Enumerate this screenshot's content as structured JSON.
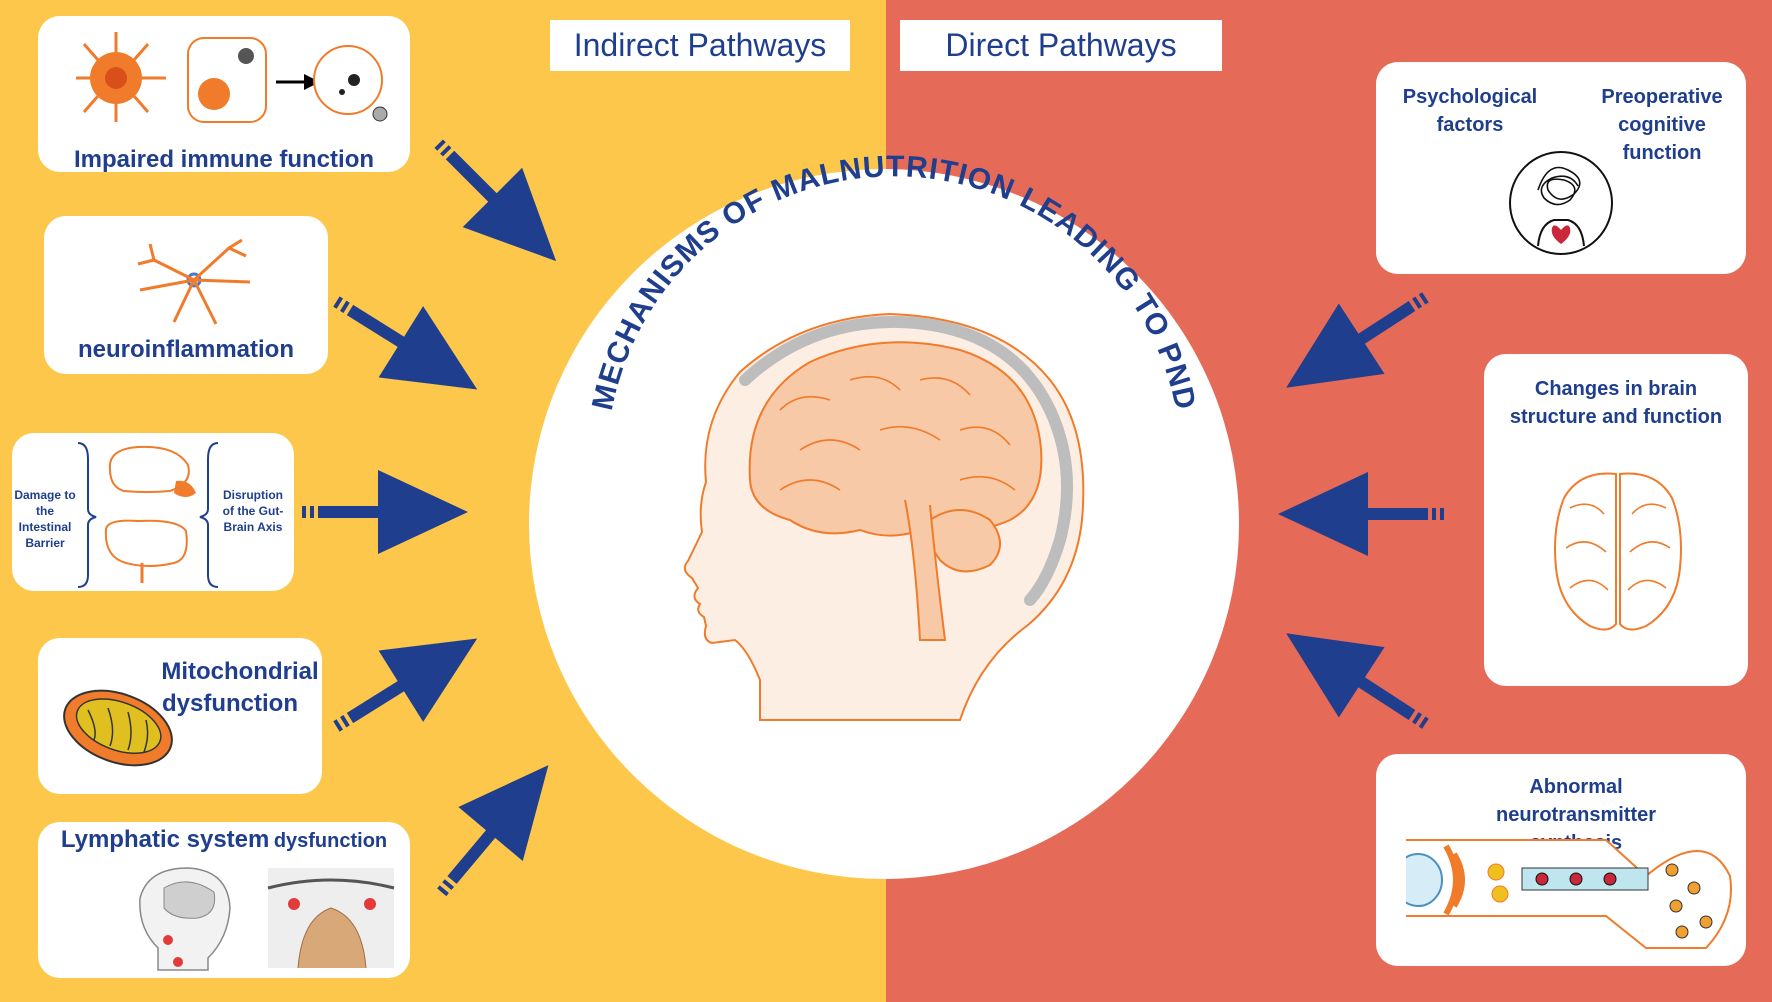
{
  "colors": {
    "left_background": "#fcc74b",
    "right_background": "#e56a58",
    "text": "#1f3e8e",
    "arrow": "#1f3e8e",
    "illustration_orange": "#f07b2a",
    "brain_fill": "#f8c9a6"
  },
  "headers": {
    "indirect": "Indirect Pathways",
    "direct": "Direct Pathways"
  },
  "center": {
    "title": "MECHANISMS OF MALNUTRITION LEADING TO PND"
  },
  "indirect": {
    "immune": "Impaired immune function",
    "neuroinflammation": "neuroinflammation",
    "gut_left": "Damage to the Intestinal Barrier",
    "gut_right": "Disruption of the Gut-Brain Axis",
    "mito_line1": "Mitochondrial",
    "mito_line2": "dysfunction",
    "lymph_main": "Lymphatic system",
    "lymph_suffix": "dysfunction"
  },
  "direct": {
    "psych_line1": "Psychological",
    "psych_line2": "factors",
    "preop_line1": "Preoperative",
    "preop_line2": "cognitive",
    "preop_line3": "function",
    "brain_line1": "Changes in brain",
    "brain_line2": "structure and function",
    "neuro_line1": "Abnormal",
    "neuro_line2": "neurotransmitter",
    "neuro_line3": "synthesis"
  },
  "icons": [
    "immune-cell-icon",
    "neuron-icon",
    "gut-brain-icon",
    "mitochondrion-icon",
    "lymphatic-head-icon",
    "head-scribble-icon",
    "brain-top-view-icon",
    "synapse-icon",
    "brain-head-profile-icon"
  ]
}
